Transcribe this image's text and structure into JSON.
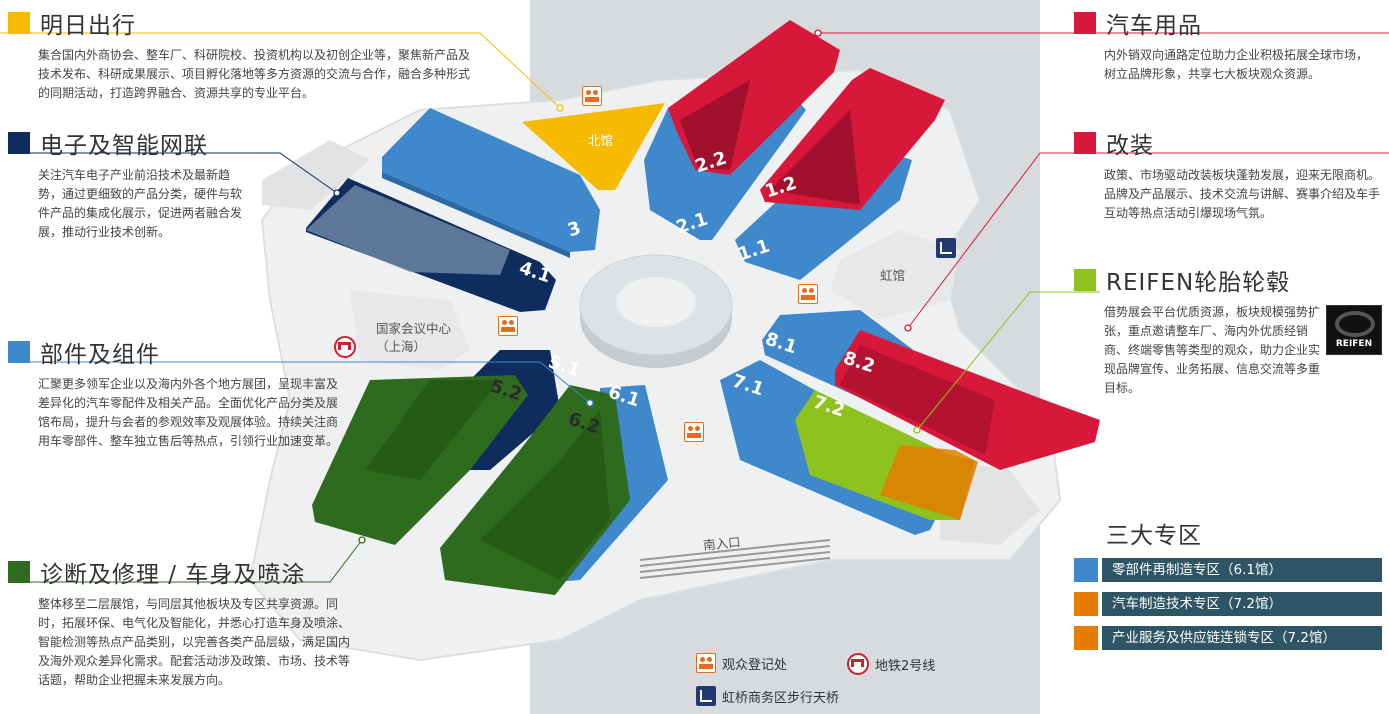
{
  "colors": {
    "yellow": "#f6bb00",
    "navy": "#0e2d5e",
    "blue": "#3f88cc",
    "green": "#2f6b1e",
    "red": "#d8183a",
    "lime": "#8dc21f",
    "orange": "#e57c00",
    "zone_blue": "#3f88cc",
    "zone_orange": "#e57c00"
  },
  "sections": {
    "mingri": {
      "title": "明日出行",
      "desc": "集合国内外商协会、整车厂、科研院校、投资机构以及初创企业等，聚焦新产品及技术发布、科研成果展示、项目孵化落地等多方资源的交流与合作，融合多种形式的同期活动，打造跨界融合、资源共享的专业平台。"
    },
    "dianzi": {
      "title": "电子及智能网联",
      "desc": "关注汽车电子产业前沿技术及最新趋势，通过更细致的产品分类，硬件与软件产品的集成化展示，促进两者融合发展，推动行业技术创新。"
    },
    "bujian": {
      "title": "部件及组件",
      "desc": "汇聚更多领军企业以及海内外各个地方展团，呈现丰富及差异化的汽车零配件及相关产品。全面优化产品分类及展馆布局，提升与会者的参观效率及观展体验。持续关注商用车零部件、整车独立售后等热点，引领行业加速变革。"
    },
    "zhenduan": {
      "title": "诊断及修理 / 车身及喷涂",
      "desc": "整体移至二层展馆，与同层其他板块及专区共享资源。同时，拓展环保、电气化及智能化，并悉心打造车身及喷涂、智能检测等热点产品类别，以完善各类产品层级，满足国内及海外观众差异化需求。配套活动涉及政策、市场、技术等话题，帮助企业把握未来发展方向。"
    },
    "qiche": {
      "title": "汽车用品",
      "desc": "内外销双向通路定位助力企业积极拓展全球市场，树立品牌形象，共享七大板块观众资源。"
    },
    "gaizhuang": {
      "title": "改装",
      "desc": "政策、市场驱动改装板块蓬勃发展，迎来无限商机。品牌及产品展示、技术交流与讲解、赛事介绍及车手互动等热点活动引爆现场气氛。"
    },
    "reifen": {
      "title": "REIFEN轮胎轮毂",
      "desc": "借势展会平台优质资源，板块规模强势扩张，重点邀请整车厂、海内外优质经销商、终端零售等类型的观众，助力企业实现品牌宣传、业务拓展、信息交流等多重目标。",
      "logo_text": "REIFEN"
    }
  },
  "halls": {
    "h11": "1.1",
    "h12": "1.2",
    "h21": "2.1",
    "h22": "2.2",
    "h3": "3",
    "h41": "4.1",
    "h51": "5.1",
    "h52": "5.2",
    "h61": "6.1",
    "h62": "6.2",
    "h71": "7.1",
    "h72": "7.2",
    "h81": "8.1",
    "h82": "8.2"
  },
  "map_labels": {
    "north": "北馆",
    "hong": "虹馆",
    "ncc_line1": "国家会议中心",
    "ncc_line2": "（上海）",
    "south": "南入口"
  },
  "zones": {
    "title": "三大专区",
    "items": [
      {
        "label": "零部件再制造专区（6.1馆）",
        "color": "#3f88cc"
      },
      {
        "label": "汽车制造技术专区（7.2馆）",
        "color": "#e57c00"
      },
      {
        "label": "产业服务及供应链连锁专区（7.2馆）",
        "color": "#e57c00"
      }
    ]
  },
  "legend": {
    "registration": "观众登记处",
    "metro": "地铁2号线",
    "bridge": "虹桥商务区步行天桥"
  },
  "icons": [
    "people-icon",
    "metro-icon",
    "bridge-icon"
  ]
}
